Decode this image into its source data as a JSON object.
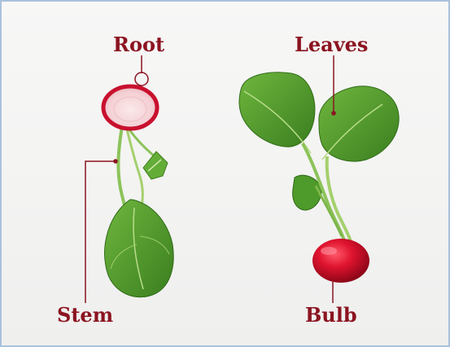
{
  "labels": {
    "root": "Root",
    "leaves": "Leaves",
    "stem": "Stem",
    "bulb": "Bulb"
  },
  "colors": {
    "label": "#8b1420",
    "leader_line": "#8b1420",
    "leaf": "#4d9a2a",
    "radish_red": "#c8102e",
    "frame_border": "#a9c2dc"
  }
}
